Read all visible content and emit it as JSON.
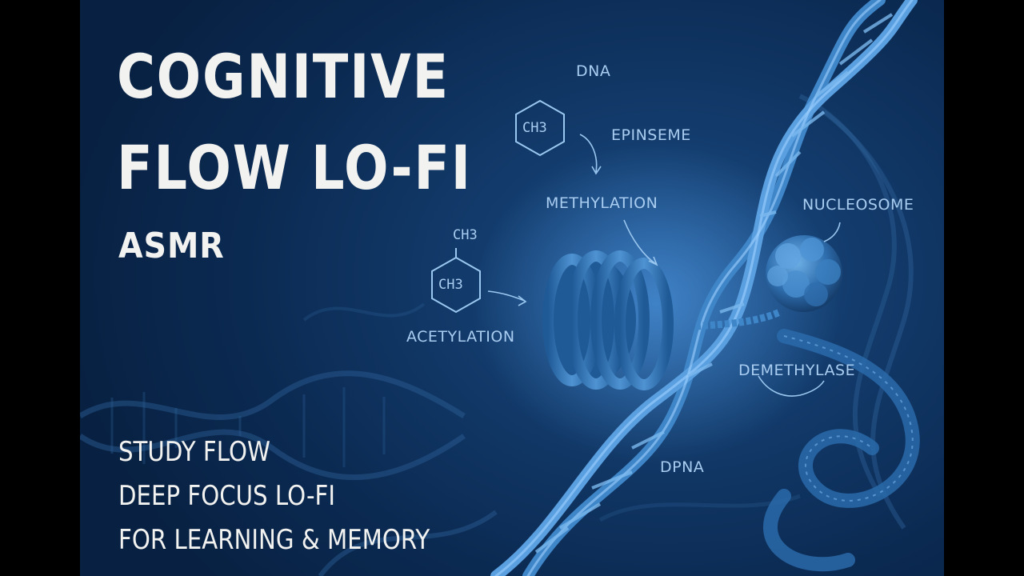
{
  "thumbnail": {
    "title_line1": "COGNITIVE",
    "title_line2": "FLOW LO-FI",
    "subtitle": "ASMR",
    "taglines": [
      "STUDY FLOW",
      "DEEP FOCUS LO-FI",
      "FOR LEARNING & MEMORY"
    ]
  },
  "diagram": {
    "labels": {
      "dna_top": "DNA",
      "epinseme": "EPINSEME",
      "methylation": "METHYLATION",
      "nucleosome": "NUCLEOSOME",
      "acetylation": "ACETYLATION",
      "demethylase": "DEMETHYLASE",
      "dna_bottom": "DPNA"
    },
    "chem": {
      "ch3_top_hex": "CH3",
      "ch3_free": "CH3",
      "ch3_left_hex": "CH3"
    }
  },
  "colors": {
    "background": "#0b2a52",
    "accent": "#4a98dc",
    "label": "#a9cdf0",
    "text": "#f2f2f0"
  }
}
